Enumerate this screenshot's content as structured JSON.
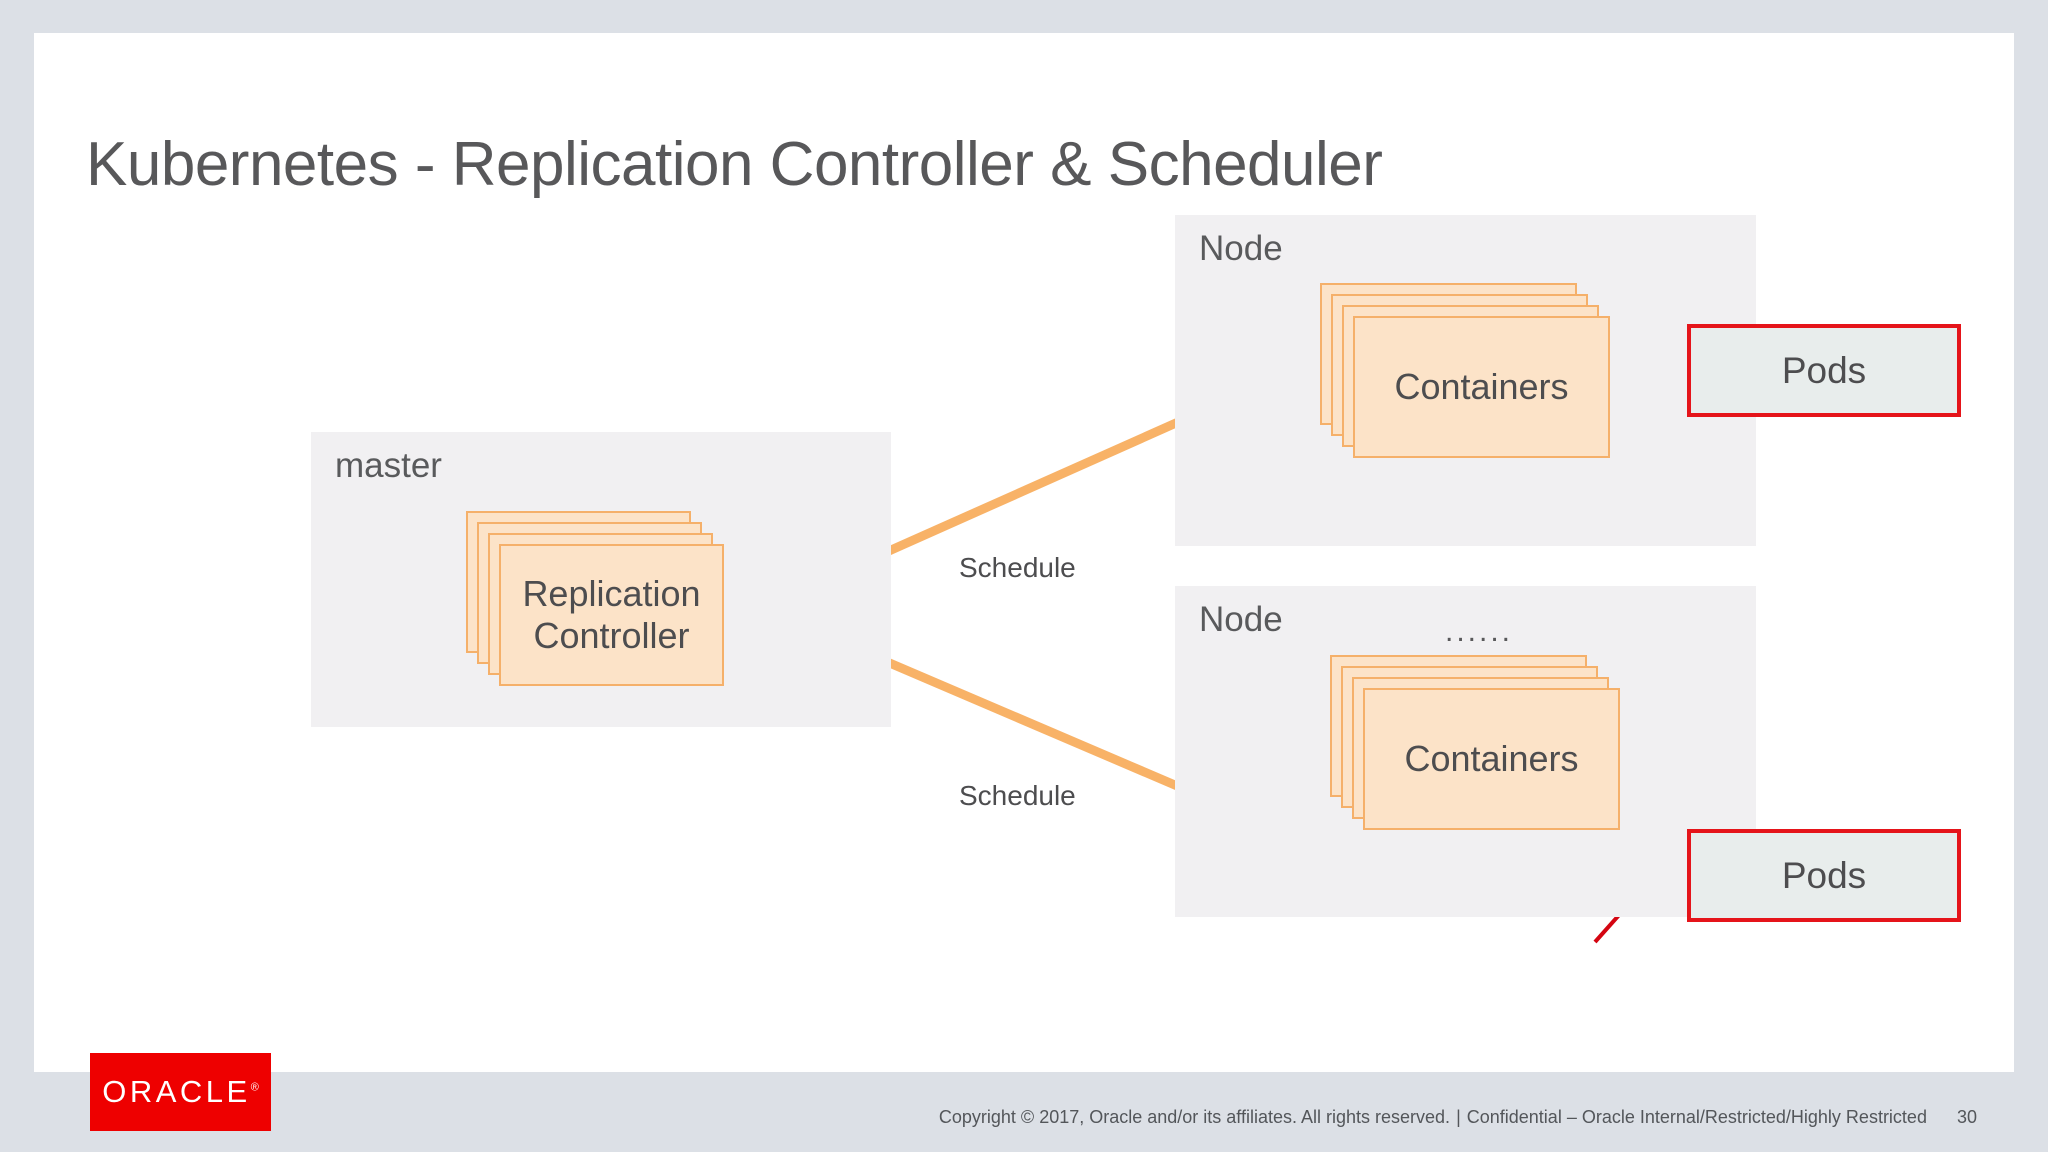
{
  "slide": {
    "title": "Kubernetes - Replication Controller & Scheduler",
    "page_number": "30"
  },
  "diagram": {
    "type": "architecture-flow",
    "master": {
      "label": "master",
      "card_label": "Replication\nController",
      "card_label_line1": "Replication",
      "card_label_line2": "Controller",
      "stack_count": 4
    },
    "nodes": [
      {
        "label": "Node",
        "card_label": "Containers",
        "stack_count": 4,
        "callout": "Pods",
        "edge_label": "Schedule"
      },
      {
        "label": "Node",
        "card_label": "Containers",
        "stack_count": 4,
        "callout": "Pods",
        "edge_label": "Schedule"
      }
    ],
    "continuation_marker": "......",
    "colors": {
      "arrow": "#f8b267",
      "card_fill": "#fce3c8",
      "card_border": "#f5b06a",
      "group_fill": "#f1f0f2",
      "callout_border": "#e5141a",
      "callout_fill": "#e8edec",
      "leader_line": "#d40511",
      "text": "#4d4d4f",
      "title": "#58585a"
    }
  },
  "footer": {
    "logo_text": "ORACLE",
    "logo_registered": "®",
    "copyright": "Copyright © 2017, Oracle and/or its affiliates. All rights reserved.",
    "separator": "|",
    "confidentiality": "Confidential – Oracle Internal/Restricted/Highly Restricted",
    "page_number": "30"
  }
}
